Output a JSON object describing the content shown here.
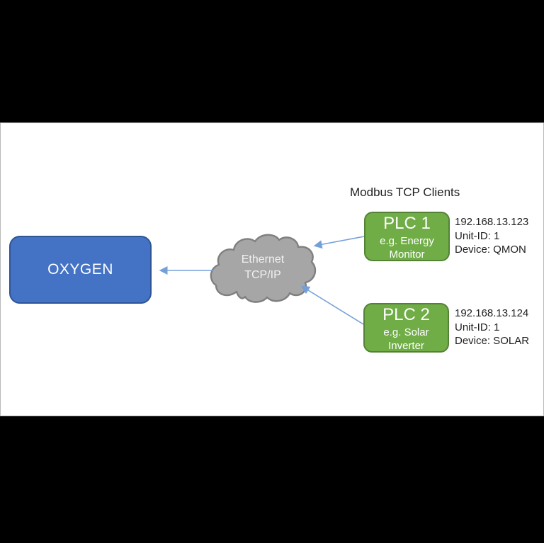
{
  "window": {
    "background": "#000000"
  },
  "diagram": {
    "heading": "Modbus TCP Clients",
    "server": {
      "label": "OXYGEN"
    },
    "network": {
      "label_line1": "Ethernet",
      "label_line2": "TCP/IP"
    },
    "clients": [
      {
        "name": "PLC 1",
        "desc1": "e.g. Energy",
        "desc2": "Monitor",
        "ip": "192.168.13.123",
        "unit": "Unit-ID: 1",
        "device": "Device: QMON"
      },
      {
        "name": "PLC 2",
        "desc1": "e.g. Solar",
        "desc2": "Inverter",
        "ip": "192.168.13.124",
        "unit": "Unit-ID: 1",
        "device": "Device: SOLAR"
      }
    ],
    "colors": {
      "server_fill": "#4472C4",
      "server_border": "#2F5597",
      "client_fill": "#70AD47",
      "client_border": "#548235",
      "cloud_fill": "#A6A6A6",
      "cloud_outline": "#7F7F7F",
      "arrow": "#74A0DA",
      "text_dark": "#1F1F1F",
      "text_light": "#FFFFFF"
    }
  }
}
